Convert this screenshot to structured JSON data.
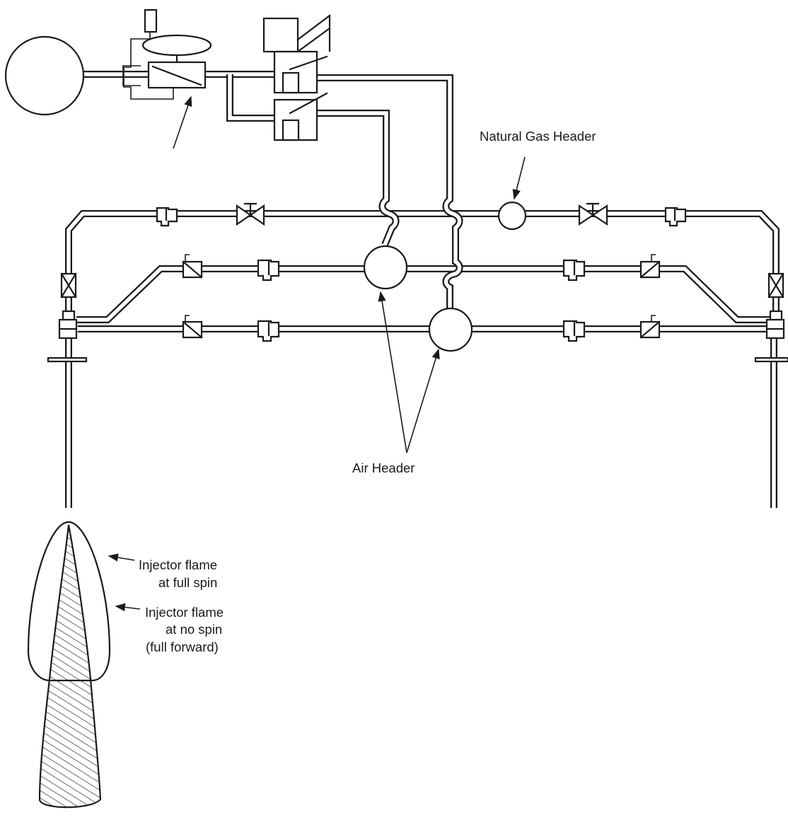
{
  "labels": {
    "natural_gas_header": "Natural Gas Header",
    "air_header": "Air Header",
    "injector_full_spin": [
      "Injector flame",
      "at full spin"
    ],
    "injector_no_spin": [
      "Injector flame",
      "at no spin",
      "(full forward)"
    ]
  },
  "colors": {
    "line": "#1a1a1a",
    "background": "#ffffff"
  }
}
